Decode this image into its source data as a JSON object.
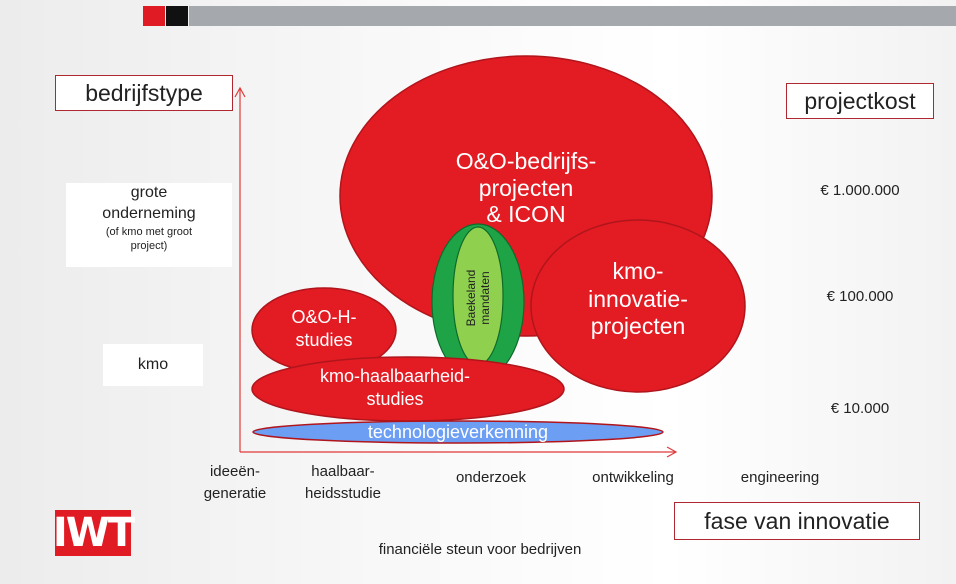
{
  "labels": {
    "y_axis_title": "bedrijfstype",
    "cost_title": "projectkost",
    "x_axis_title": "fase van innovatie",
    "footer": "financiële steun voor bedrijven",
    "logo": "IWT"
  },
  "company_types": {
    "large_line1": "grote",
    "large_line2": "onderneming",
    "large_note_line1": "(of kmo met groot",
    "large_note_line2": "project)",
    "sme": "kmo"
  },
  "costs": [
    "€ 1.000.000",
    "€ 100.000",
    "€ 10.000"
  ],
  "phases": [
    {
      "line1": "ideeën-",
      "line2": "generatie"
    },
    {
      "line1": "haalbaar-",
      "line2": "heidsstudie"
    },
    {
      "line1": "onderzoek",
      "line2": ""
    },
    {
      "line1": "ontwikkeling",
      "line2": ""
    },
    {
      "line1": "engineering",
      "line2": ""
    }
  ],
  "bubbles": {
    "oo_line1": "O&O-bedrijfs-",
    "oo_line2": "projecten",
    "oo_line3": "& ICON",
    "kmo_innov_line1": "kmo-",
    "kmo_innov_line2": "innovatie-",
    "kmo_innov_line3": "projecten",
    "ooh_line1": "O&O-H-",
    "ooh_line2": "studies",
    "kmo_haalb_line1": "kmo-haalbaarheid-",
    "kmo_haalb_line2": "studies",
    "tech": "technologieverkenning",
    "baekeland_line1": "Baekeland",
    "baekeland_line2": "mandaten"
  },
  "colors": {
    "bubble_red": "#e31b23",
    "bubble_border": "#b0151c",
    "green_dark": "#1ea447",
    "green_light": "#8fd14f",
    "tech_blue": "#6c9ef3",
    "axis_red": "#e03a3a"
  }
}
